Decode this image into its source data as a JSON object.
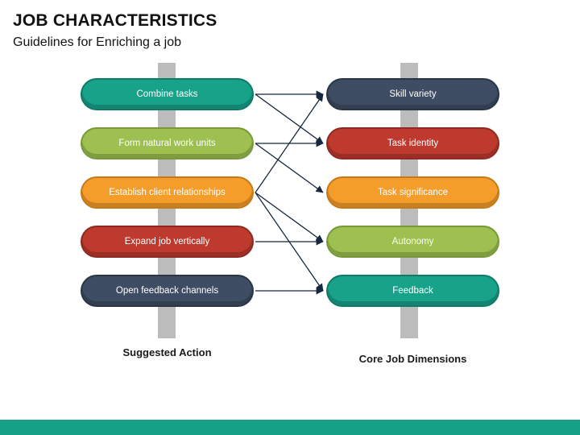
{
  "title": "JOB CHARACTERISTICS",
  "subtitle": "Guidelines for Enriching a job",
  "diagram": {
    "left_column": {
      "label": "Suggested Action",
      "items": [
        {
          "label": "Combine tasks",
          "color": "#18a289",
          "border": "#0f7a66"
        },
        {
          "label": "Form natural work units",
          "color": "#9dc050",
          "border": "#78983a"
        },
        {
          "label": "Establish client relationships",
          "color": "#f49d2a",
          "border": "#c47a18"
        },
        {
          "label": "Expand job vertically",
          "color": "#bf3a2e",
          "border": "#8e2a21"
        },
        {
          "label": "Open feedback channels",
          "color": "#3e4d63",
          "border": "#2a3545"
        }
      ]
    },
    "right_column": {
      "label": "Core Job Dimensions",
      "items": [
        {
          "label": "Skill variety",
          "color": "#3e4d63",
          "border": "#2a3545"
        },
        {
          "label": "Task identity",
          "color": "#bf3a2e",
          "border": "#8e2a21"
        },
        {
          "label": "Task significance",
          "color": "#f49d2a",
          "border": "#c47a18"
        },
        {
          "label": "Autonomy",
          "color": "#9dc050",
          "border": "#78983a"
        },
        {
          "label": "Feedback",
          "color": "#18a289",
          "border": "#0f7a66"
        }
      ]
    },
    "connections": [
      {
        "from": 0,
        "to": 0
      },
      {
        "from": 0,
        "to": 1
      },
      {
        "from": 1,
        "to": 1
      },
      {
        "from": 1,
        "to": 2
      },
      {
        "from": 2,
        "to": 0
      },
      {
        "from": 2,
        "to": 3
      },
      {
        "from": 2,
        "to": 4
      },
      {
        "from": 3,
        "to": 3
      },
      {
        "from": 4,
        "to": 4
      }
    ],
    "arrow_color": "#16283f",
    "spine_color": "#bcbcbc"
  },
  "footer_color": "#16a085"
}
